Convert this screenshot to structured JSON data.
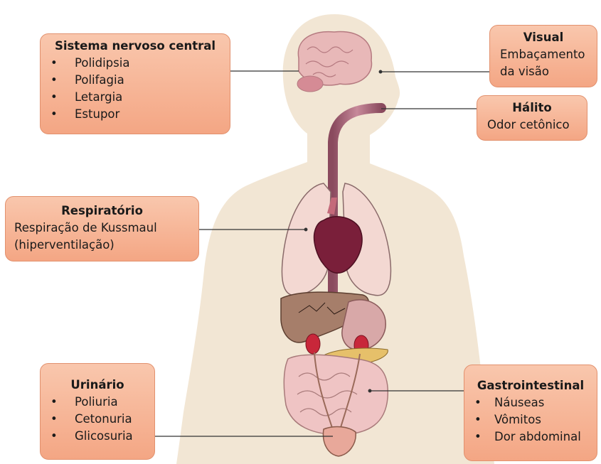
{
  "boxes": {
    "cns": {
      "title": "Sistema nervoso central",
      "items": [
        "Polidipsia",
        "Polifagia",
        "Letargia",
        "Estupor"
      ]
    },
    "visual": {
      "title": "Visual",
      "lines": [
        "Embaçamento",
        "da visão"
      ]
    },
    "halito": {
      "title": "Hálito",
      "lines": [
        "Odor cetônico"
      ]
    },
    "respiratorio": {
      "title": "Respiratório",
      "lines": [
        "Respiração de Kussmaul",
        "(hiperventilação)"
      ]
    },
    "urinario": {
      "title": "Urinário",
      "items": [
        "Poliuria",
        "Cetonuria",
        "Glicosuria"
      ]
    },
    "gastro": {
      "title": "Gastrointestinal",
      "items": [
        "Náuseas",
        "Vômitos",
        "Dor abdominal"
      ]
    }
  },
  "bullet_glyph": "•",
  "colors": {
    "box_fill_top": "#f9c7ad",
    "box_fill_bottom": "#f4a684",
    "box_border": "#e2916e",
    "body_silhouette": "#f2e6d4",
    "leader_line": "#333333"
  }
}
